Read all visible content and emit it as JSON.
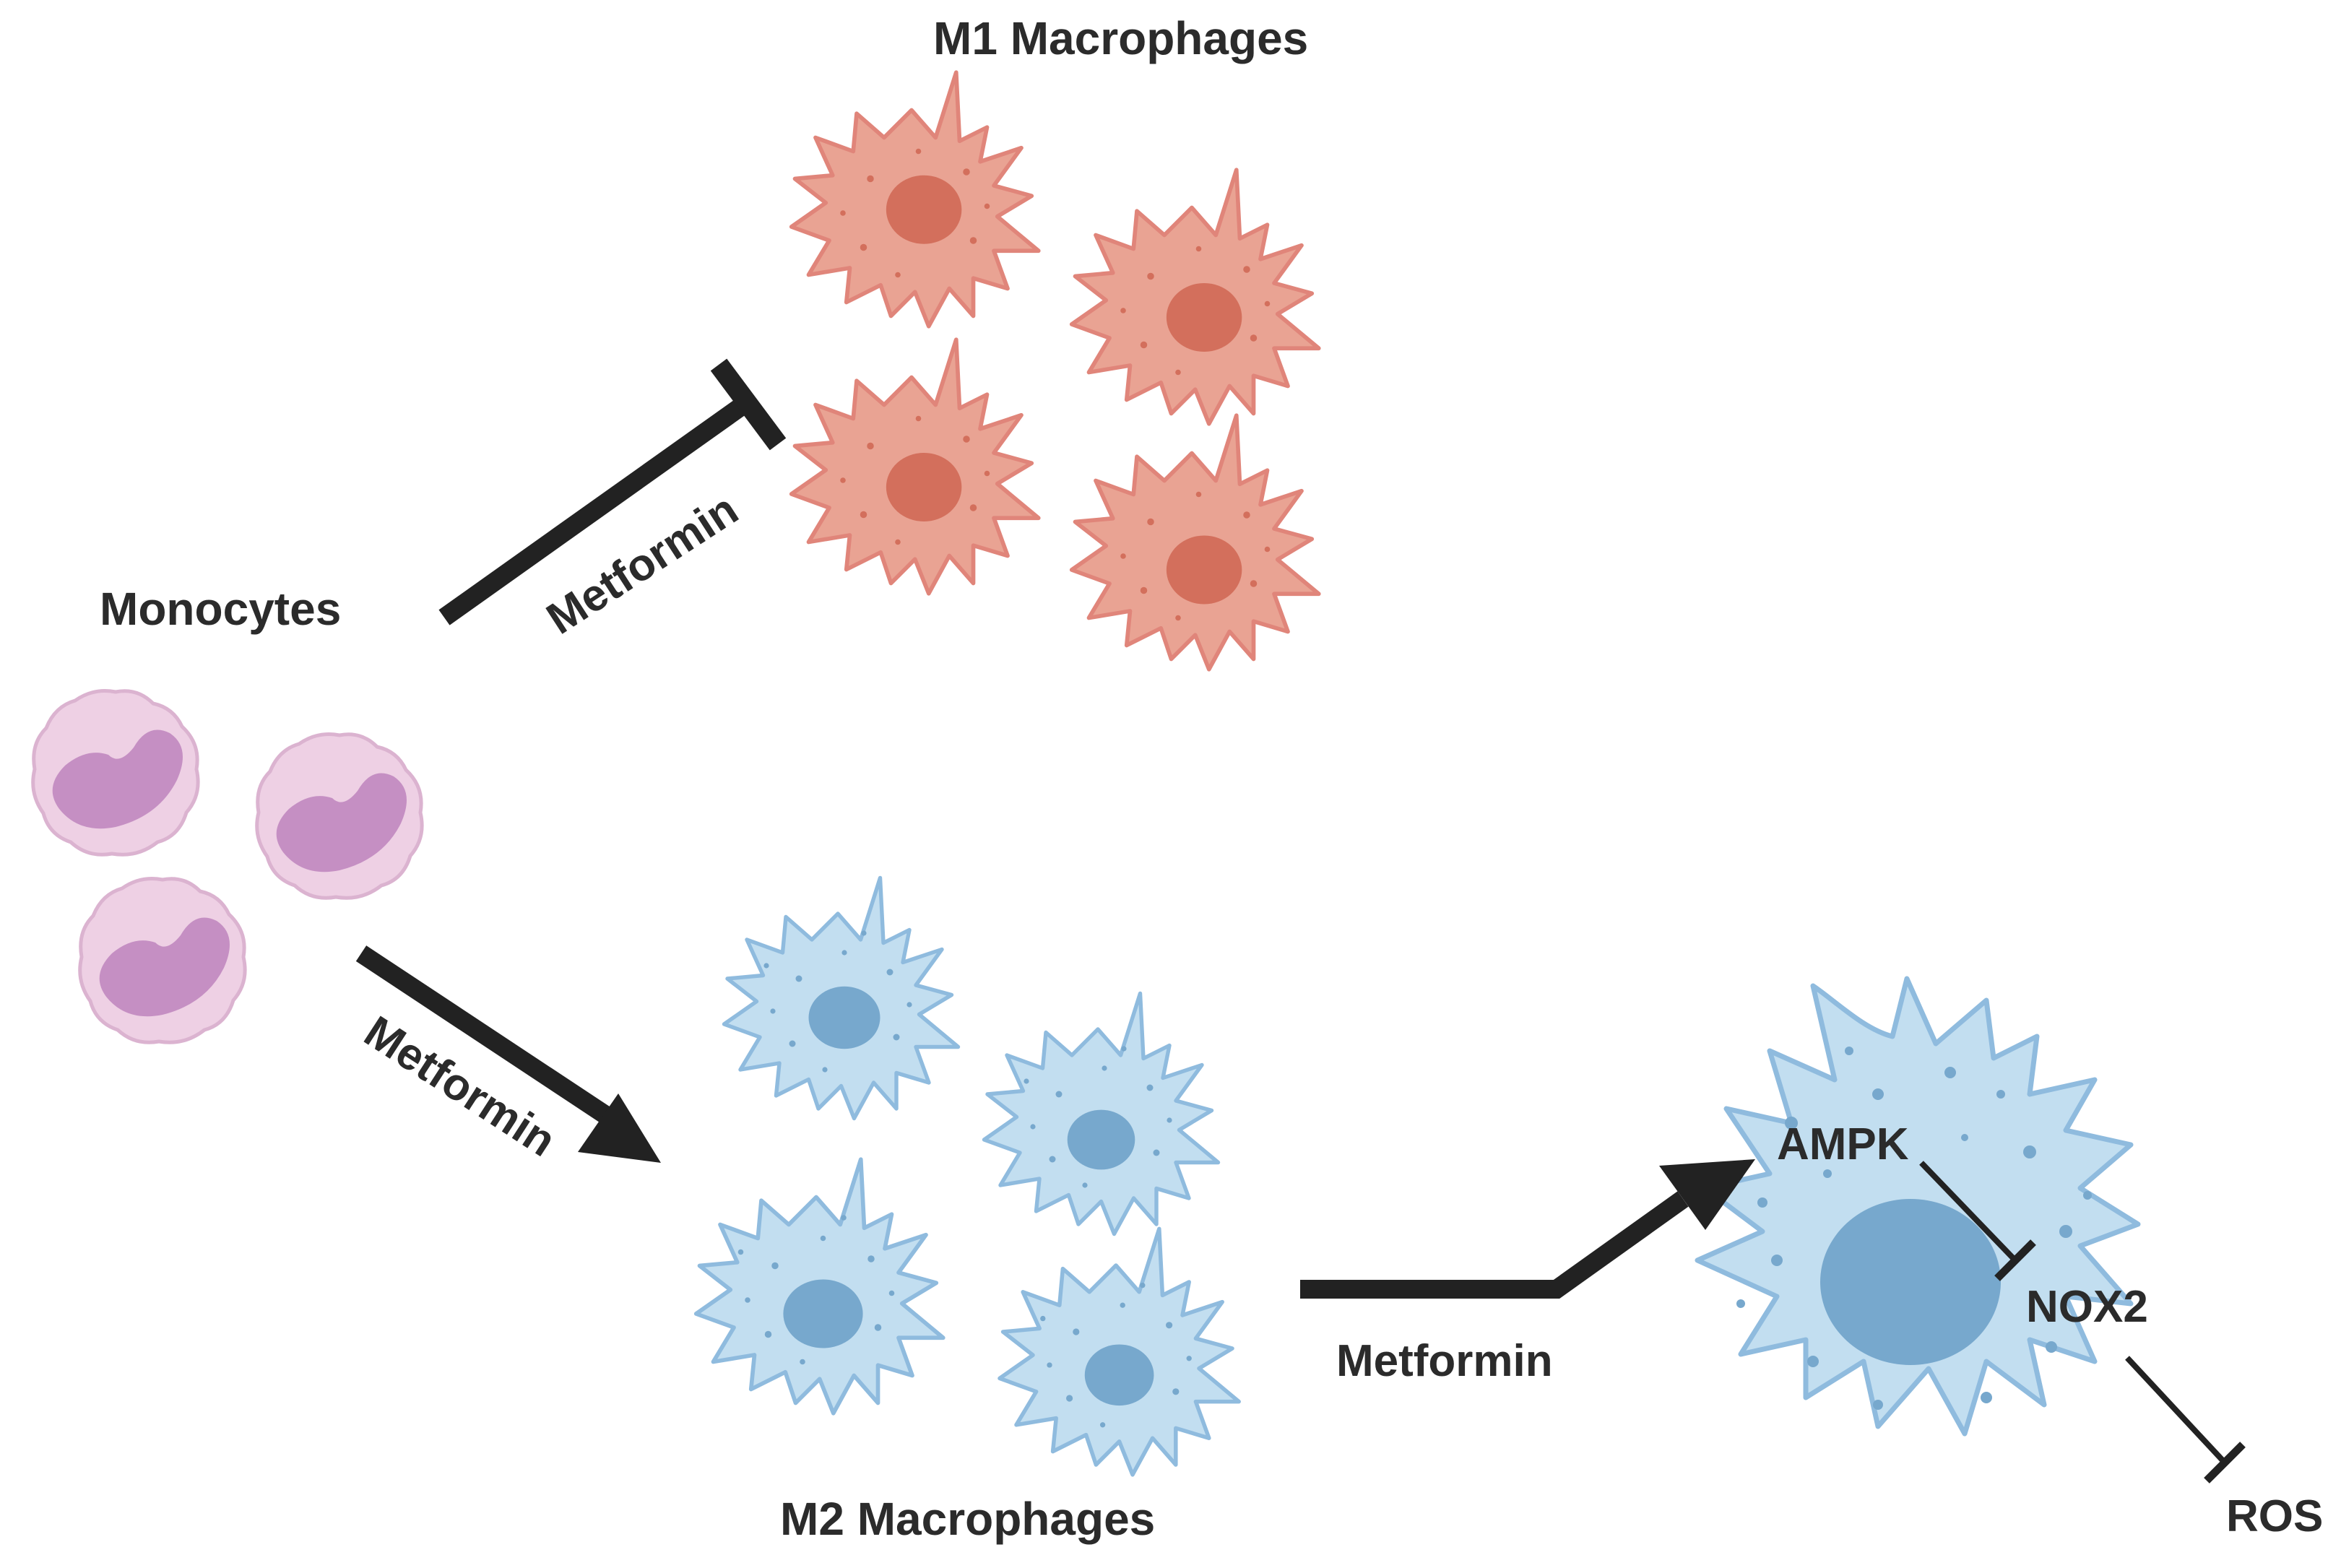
{
  "labels": {
    "m1_macrophages": "M1 Macrophages",
    "monocytes": "Monocytes",
    "m2_macrophages": "M2 Macrophages",
    "metformin_inhibit": "Metformin",
    "metformin_promote": "Metformin",
    "metformin_activate": "Metformin",
    "ampk": "AMPK",
    "nox2": "NOX2",
    "ros": "ROS"
  },
  "colors": {
    "m1_body": "#e9a393",
    "m1_stroke": "#e0857a",
    "m1_nucleus": "#d36f5c",
    "m2_body": "#c2def0",
    "m2_stroke": "#8fbbde",
    "m2_nucleus": "#77a8cd",
    "mono_body": "#eed0e4",
    "mono_stroke": "#dbb3d0",
    "mono_nucleus": "#c58fc3",
    "arrow": "#222222",
    "text": "#2b2b2b"
  }
}
